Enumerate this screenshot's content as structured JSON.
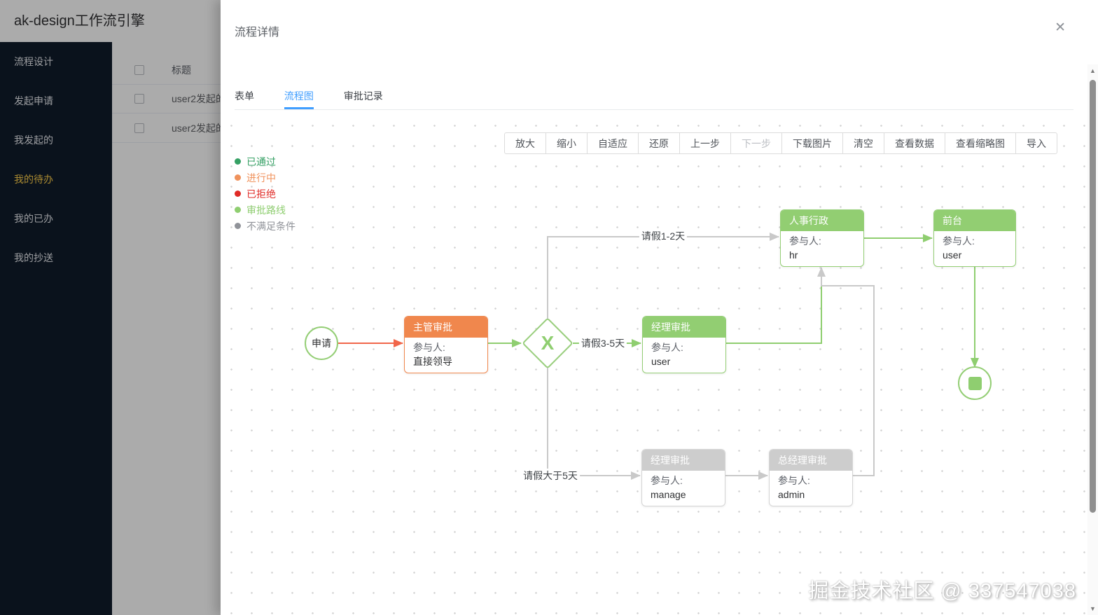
{
  "app": {
    "title": "ak-design工作流引擎"
  },
  "sidebar": {
    "items": [
      {
        "label": "流程设计",
        "active": false
      },
      {
        "label": "发起申请",
        "active": false
      },
      {
        "label": "我发起的",
        "active": false
      },
      {
        "label": "我的待办",
        "active": true
      },
      {
        "label": "我的已办",
        "active": false
      },
      {
        "label": "我的抄送",
        "active": false
      }
    ],
    "active_color": "#FFD04B"
  },
  "table": {
    "header": "标题",
    "rows": [
      {
        "title": "user2发起的"
      },
      {
        "title": "user2发起的"
      }
    ]
  },
  "modal": {
    "title": "流程详情",
    "close_icon": "✕",
    "tabs": [
      {
        "label": "表单",
        "active": false
      },
      {
        "label": "流程图",
        "active": true
      },
      {
        "label": "审批记录",
        "active": false
      }
    ],
    "toolbar": [
      {
        "label": "放大",
        "enabled": true
      },
      {
        "label": "缩小",
        "enabled": true
      },
      {
        "label": "自适应",
        "enabled": true
      },
      {
        "label": "还原",
        "enabled": true
      },
      {
        "label": "上一步",
        "enabled": true
      },
      {
        "label": "下一步",
        "enabled": false
      },
      {
        "label": "下载图片",
        "enabled": true
      },
      {
        "label": "清空",
        "enabled": true
      },
      {
        "label": "查看数据",
        "enabled": true
      },
      {
        "label": "查看缩略图",
        "enabled": true
      },
      {
        "label": "导入",
        "enabled": true
      }
    ],
    "legend": [
      {
        "label": "已通过",
        "color": "#35A064"
      },
      {
        "label": "进行中",
        "color": "#F0925C"
      },
      {
        "label": "已拒绝",
        "color": "#E02B27"
      },
      {
        "label": "审批路线",
        "color": "#8FCE70"
      },
      {
        "label": "不满足条件",
        "color": "#909399"
      }
    ],
    "watermark": "掘金技术社区 @ 337547038"
  },
  "flowchart": {
    "colors": {
      "route_green": "#8FCE70",
      "in_progress_orange": "#F1664A",
      "unmet_gray": "#C9C9C9"
    },
    "nodes": {
      "start": {
        "label": "申请",
        "type": "start"
      },
      "supervisor": {
        "title": "主管审批",
        "participant_label": "参与人:",
        "participant": "直接领导",
        "status": "进行中"
      },
      "gateway": {
        "label": "X",
        "type": "exclusive-gateway"
      },
      "manager": {
        "title": "经理审批",
        "participant_label": "参与人:",
        "participant": "user",
        "status": "审批路线"
      },
      "hr": {
        "title": "人事行政",
        "participant_label": "参与人:",
        "participant": "hr",
        "status": "审批路线"
      },
      "front_desk": {
        "title": "前台",
        "participant_label": "参与人:",
        "participant": "user",
        "status": "审批路线"
      },
      "manager2": {
        "title": "经理审批",
        "participant_label": "参与人:",
        "participant": "manage",
        "status": "不满足条件"
      },
      "general_manager": {
        "title": "总经理审批",
        "participant_label": "参与人:",
        "participant": "admin",
        "status": "不满足条件"
      },
      "end": {
        "type": "end"
      }
    },
    "edge_labels": {
      "days_1_2": "请假1-2天",
      "days_3_5": "请假3-5天",
      "days_gt_5": "请假大于5天"
    }
  }
}
